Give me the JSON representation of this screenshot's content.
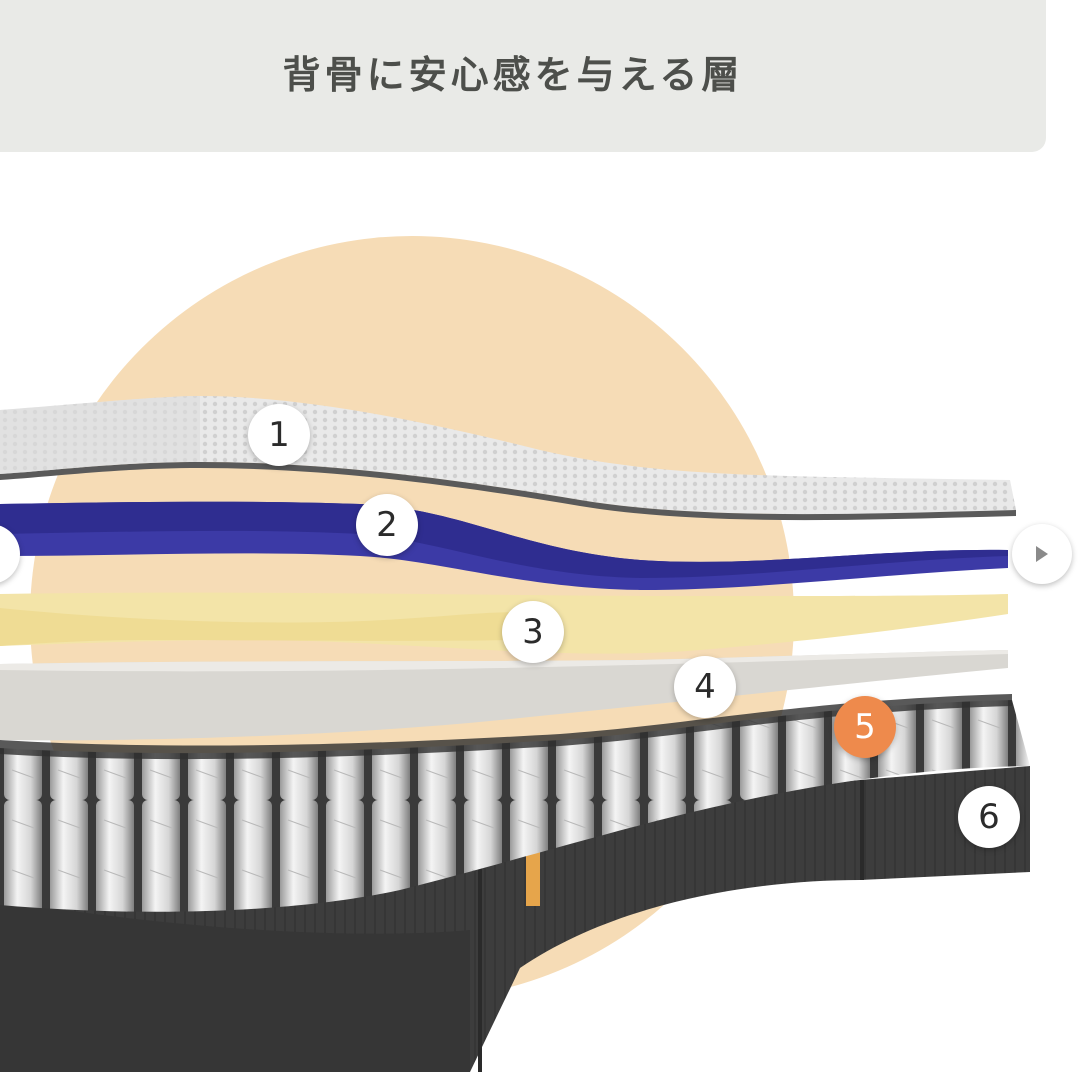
{
  "header": {
    "title": "背骨に安心感を与える層"
  },
  "layers": [
    {
      "number": "1"
    },
    {
      "number": "2"
    },
    {
      "number": "3"
    },
    {
      "number": "4"
    },
    {
      "number": "5",
      "active": true
    },
    {
      "number": "6"
    }
  ],
  "colors": {
    "accent": "#ee8a4c",
    "background_circle": "#f6dcb6",
    "header_bg": "#e9eae7",
    "layer_blue": "#3c3aa6",
    "layer_cream": "#f3e4a8",
    "base_dark": "#3b3b3b"
  },
  "navigation": {
    "next_icon": "play-triangle-icon",
    "prev_icon": "partial-circle-button"
  }
}
